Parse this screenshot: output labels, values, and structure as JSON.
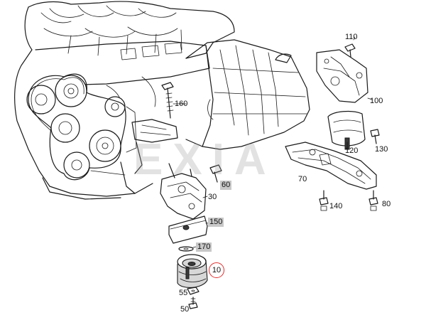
{
  "watermark": "EXIA",
  "callouts": {
    "p110": "110",
    "p100": "100",
    "p160": "160",
    "p120": "120",
    "p130": "130",
    "p70": "70",
    "p60": "60",
    "p30": "30",
    "p140": "140",
    "p80": "80",
    "p150": "150",
    "p170": "170",
    "p10": "10",
    "p55": "55",
    "p50": "50"
  },
  "colors": {
    "line": "#1a1a1a",
    "label_highlight": "#c8c8c8",
    "selected_ring": "#e03030",
    "watermark": "#969696"
  }
}
